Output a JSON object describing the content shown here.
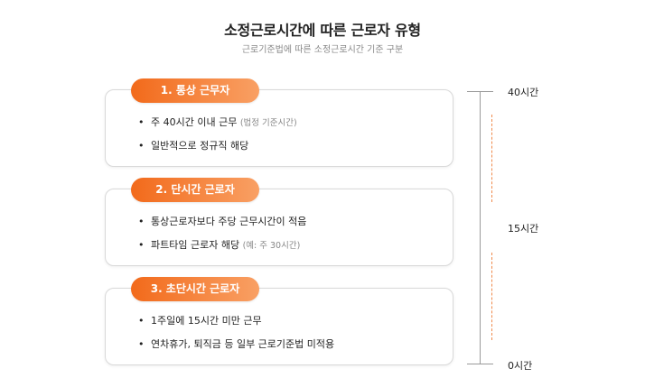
{
  "header": {
    "title": "소정근로시간에 따른 근로자 유형",
    "subtitle": "근로기준법에 따른 소정근로시간 기준 구분"
  },
  "cards": [
    {
      "label": "1. 통상 근무자",
      "items": [
        {
          "bullet": "•",
          "text": "주 40시간 이내 근무",
          "note": "(법정 기준시간)"
        },
        {
          "bullet": "•",
          "text": "일반적으로 정규직 해당",
          "note": ""
        }
      ]
    },
    {
      "label": "2. 단시간 근로자",
      "items": [
        {
          "bullet": "•",
          "text": "통상근로자보다 주당 근무시간이 적음",
          "note": ""
        },
        {
          "bullet": "•",
          "text": "파트타임 근로자 해당",
          "note": "(예: 주 30시간)"
        }
      ]
    },
    {
      "label": "3. 초단시간 근로자",
      "items": [
        {
          "bullet": "•",
          "text": "1주일에 15시간 미만 근무",
          "note": ""
        },
        {
          "bullet": "•",
          "text": "연차휴가, 퇴직금 등 일부 근로기준법 미적용",
          "note": ""
        }
      ]
    }
  ],
  "scale": {
    "labels": [
      "40시간",
      "15시간",
      "0시간"
    ],
    "line_color": "#9a9a9a",
    "dash_color": "#f08a4b"
  },
  "colors": {
    "accent_start": "#f26a1b",
    "accent_end": "#f9a064",
    "card_border": "#d9d9d9"
  }
}
